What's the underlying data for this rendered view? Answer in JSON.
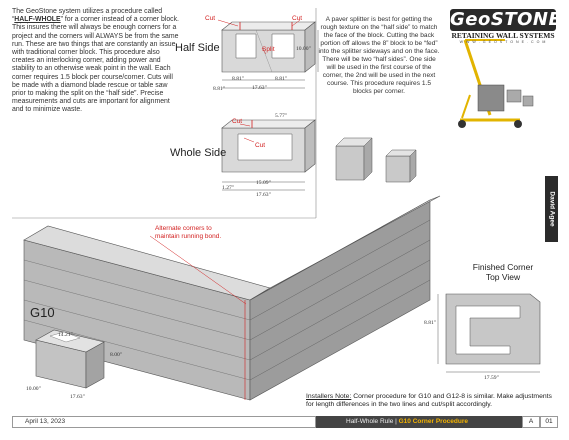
{
  "intro": {
    "before": "The GeoStone system utilizes a procedure called “",
    "term": "HALF-WHOLE",
    "after": "” for a corner instead of a corner block.  This insures there will always be enough corners for a project and the corners will ALWAYS be from the same run.  These are two things that are constantly an issue with traditional corner block.  This  procedure also creates an interlocking corner, adding power and stability to an otherwise weak point in the wall.  Each corner requires 1.5 block per course/corner.  Cuts will be made with a diamond blade rescue or table saw prior to making the split on the “half side”.  Precise measurements and cuts are important for alignment and to minimize waste."
  },
  "half_side": {
    "title": "Half Side",
    "cut_left": "Cut",
    "cut_right": "Cut",
    "split": "Split",
    "dim_height": "10.00\"",
    "dim_left": "8.81\"",
    "dim_mid_left": "8.81\"",
    "dim_mid_right": "8.81\"",
    "dim_total": "17.63\""
  },
  "whole_side": {
    "title": "Whole Side",
    "cut_top": "Cut",
    "cut_inner": "Cut",
    "dim_small": "5.77\"",
    "dim_left": "1.27\"",
    "dim_inner": "15.09\"",
    "dim_total": "17.63\""
  },
  "splitter_text": "A paver splitter is best for getting the rough texture on the “half side” to match the face of the block.  Cutting the back portion off allows the 8” block to be “fed” into the splitter sideways and on the face.  There will be two “half sides”.  One side will be used in the first course of the corner, the 2nd will be used in the next course.  This procedure requires 1.5 blocks per corner.",
  "logo": {
    "main": "GeoSTONE",
    "sub": "RETAINING WALL SYSTEMS",
    "url": "W W W . G E O S T O N E . C O M"
  },
  "side_tab": "David Agee",
  "wall_note": "Alternate corners to\nmaintain running bond.",
  "g10": {
    "label": "G10",
    "dim_width": "14.21\"",
    "dim_height": "8.00\"",
    "dim_depth": "10.00\"",
    "dim_length": "17.63\""
  },
  "finished_corner": {
    "label_line1": "Finished Corner",
    "label_line2": "Top View",
    "dim_height": "8.81\"",
    "dim_width": "17.59\""
  },
  "install_note": {
    "label": "Installers Note:",
    "text": "  Corner procedure for G10 and G12-8 is similar.  Make adjustments for length differences in the two lines and cut/split accordingly."
  },
  "footer": {
    "date": "April 13, 2023",
    "rule": "Half-Whole Rule | ",
    "title": "G10 Corner Procedure",
    "rev": "A",
    "page": "01"
  }
}
